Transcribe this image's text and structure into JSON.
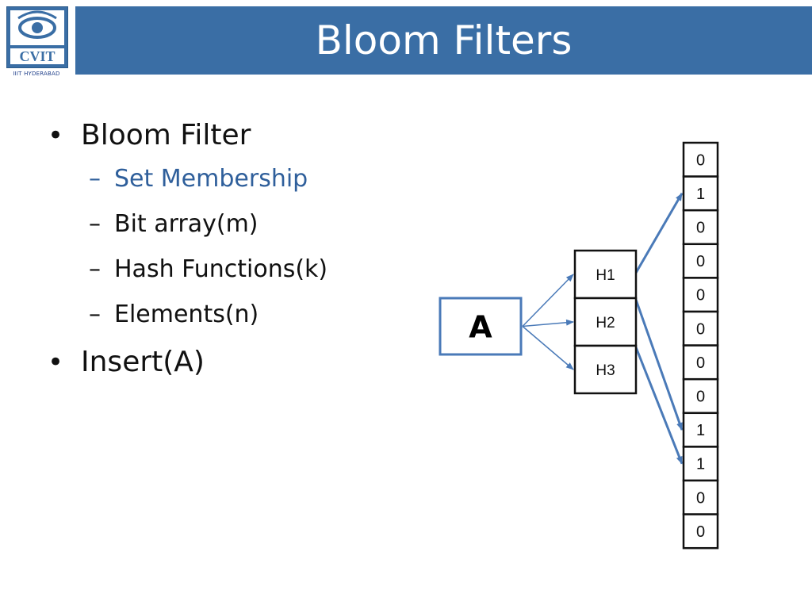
{
  "header": {
    "title": "Bloom Filters",
    "logo_text": "CVIT",
    "logo_caption": "IIIT HYDERABAD"
  },
  "content": {
    "bullets": [
      {
        "label": "Bloom Filter",
        "subitems": [
          {
            "label": "Set Membership",
            "highlight": true
          },
          {
            "label": "Bit array(m)",
            "highlight": false
          },
          {
            "label": "Hash Functions(k)",
            "highlight": false
          },
          {
            "label": "Elements(n)",
            "highlight": false
          }
        ]
      },
      {
        "label": "Insert(A)",
        "subitems": []
      }
    ]
  },
  "diagram": {
    "element_label": "A",
    "hash_labels": [
      "H1",
      "H2",
      "H3"
    ],
    "bits": [
      "0",
      "1",
      "0",
      "0",
      "0",
      "0",
      "0",
      "0",
      "1",
      "1",
      "0",
      "0"
    ],
    "mappings": [
      {
        "hash": "H1",
        "bit_index": 1
      },
      {
        "hash": "H2",
        "bit_index": 8
      },
      {
        "hash": "H3",
        "bit_index": 9
      }
    ],
    "colors": {
      "arrow": "#4a7ab8",
      "element_border": "#4a7ab8",
      "box_border": "#111111",
      "accent": "#2f5f9b",
      "header_bg": "#3a6ea5"
    }
  }
}
